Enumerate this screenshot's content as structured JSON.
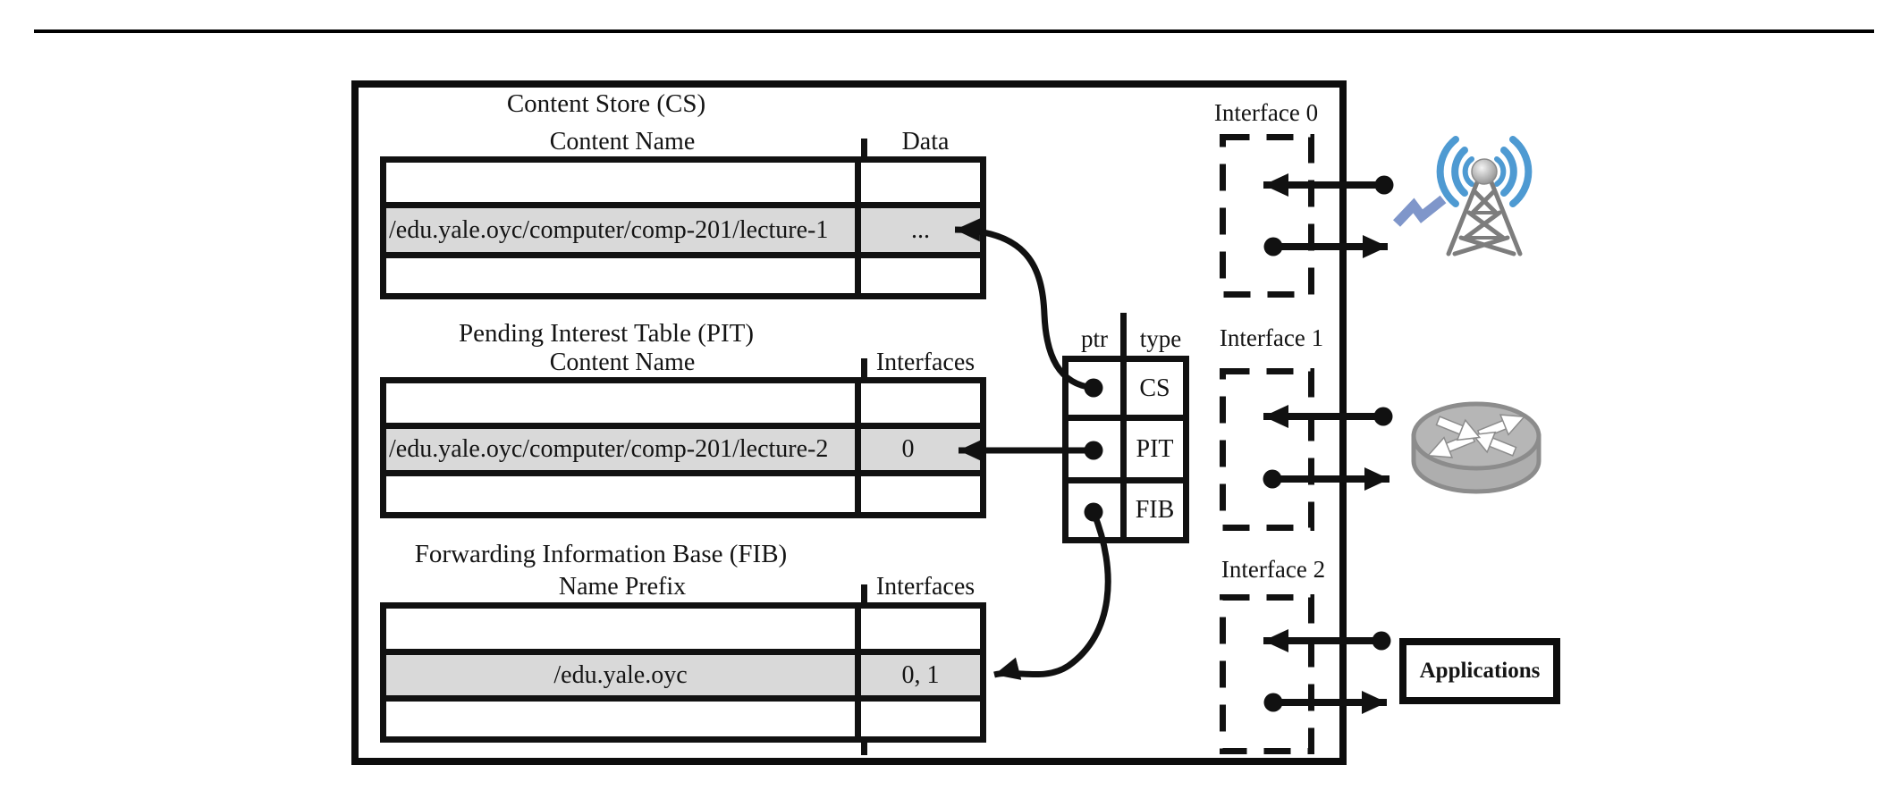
{
  "diagram": {
    "tables": {
      "cs": {
        "title": "Content Store (CS)",
        "col1": "Content Name",
        "col2": "Data",
        "row_name": "/edu.yale.oyc/computer/comp-201/lecture-1",
        "row_value": "..."
      },
      "pit": {
        "title": "Pending Interest Table (PIT)",
        "col1": "Content Name",
        "col2": "Interfaces",
        "row_name": "/edu.yale.oyc/computer/comp-201/lecture-2",
        "row_value": "0"
      },
      "fib": {
        "title": "Forwarding Information Base (FIB)",
        "col1": "Name Prefix",
        "col2": "Interfaces",
        "row_name": "/edu.yale.oyc",
        "row_value": "0, 1"
      }
    },
    "index_table": {
      "col1": "ptr",
      "col2": "type",
      "rows": [
        "CS",
        "PIT",
        "FIB"
      ]
    },
    "interfaces": [
      {
        "label": "Interface 0"
      },
      {
        "label": "Interface 1"
      },
      {
        "label": "Interface 2"
      }
    ],
    "applications_label": "Applications",
    "colors": {
      "highlight_row": "#d9d9d9",
      "line": "#111111",
      "lightning": "#7f96ca",
      "radio_waves": "#4e9ad2",
      "router_gray": "#b6b6b6"
    }
  }
}
